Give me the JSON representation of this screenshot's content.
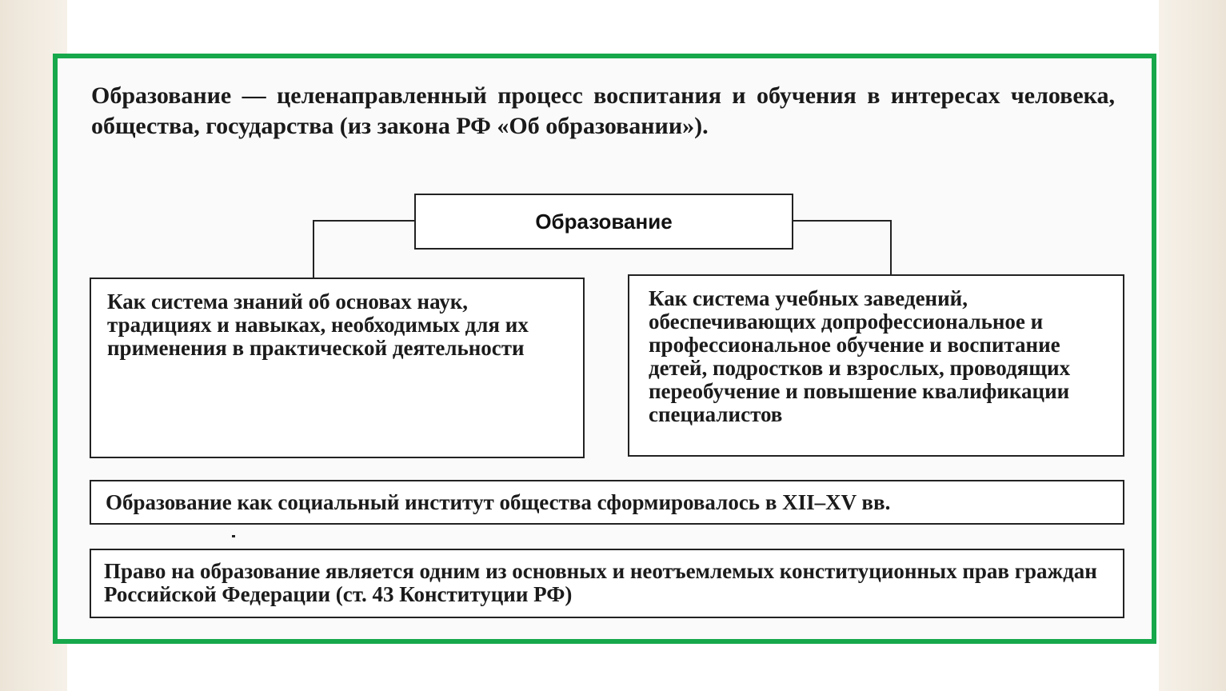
{
  "definition": {
    "term": "Образование",
    "text": "— целенаправленный процесс воспитания и обучения в интересах человека, общества, государства (из закона РФ «Об образовании»)."
  },
  "diagram": {
    "root": "Образование",
    "left": "Как система знаний об основах наук, традициях и навыках, необходимых для их применения в практической деятельности",
    "right": "Как система учебных заведений, обеспечивающих допрофессиональное и профессиональное обучение и воспитание детей, подростков и взрослых, проводящих переобучение и повышение квалификации специалистов"
  },
  "notes": {
    "institution": "Образование как социальный институт общества сформировалось в XII–XV вв.",
    "rights": "Право на образование является одним из основных и неотъемлемых конституционных прав граждан Российской Федерации (ст. 43 Конституции РФ)"
  },
  "colors": {
    "frame": "#16a84b"
  }
}
